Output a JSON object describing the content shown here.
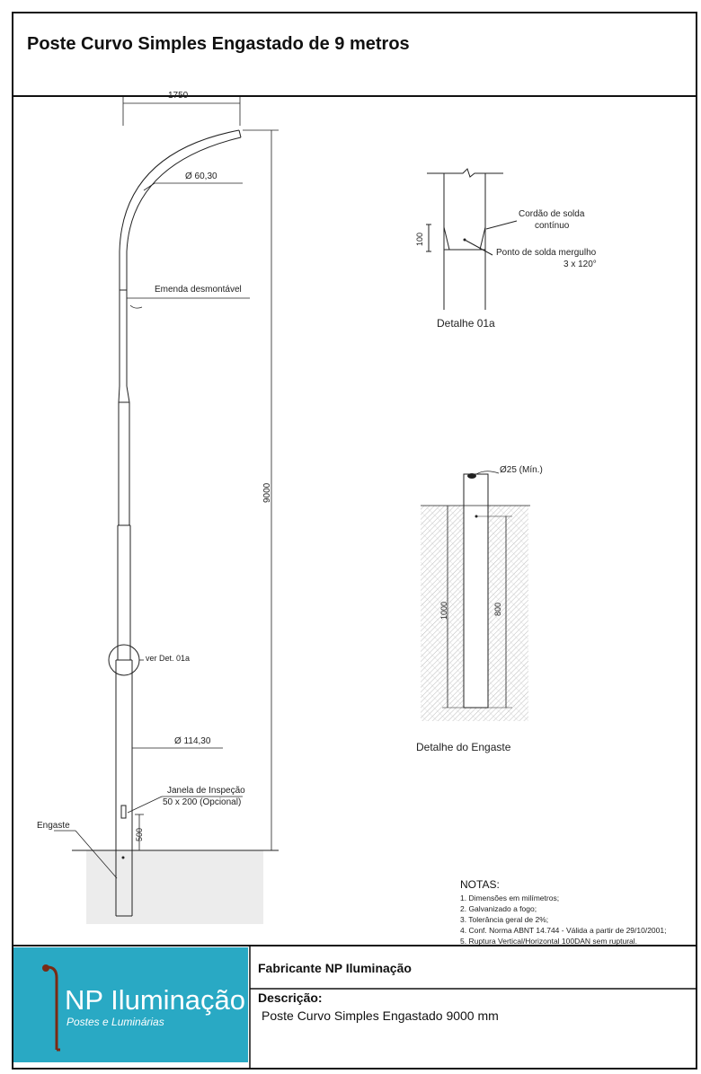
{
  "title": "Poste Curvo Simples Engastado de 9 metros",
  "pole_drawing": {
    "dim_reach": "1750",
    "dim_top_diameter": "Ø 60,30",
    "label_joint": "Emenda desmontável",
    "dim_height": "9000",
    "label_detail_ref": "ver Det. 01a",
    "dim_base_diameter": "Ø 114,30",
    "label_window_title": "Janela de Inspeção",
    "label_window_size": "50 x 200  (Opcional)",
    "dim_window_height": "500",
    "label_embed": "Engaste"
  },
  "detail_01a": {
    "dim_height": "100",
    "label_weld_cord_1": "Cordão de solda",
    "label_weld_cord_2": "contínuo",
    "label_plug_weld_1": "Ponto de solda mergulho",
    "label_plug_weld_2": "3 x 120°",
    "caption": "Detalhe 01a"
  },
  "detail_embed": {
    "label_hole": "Ø25 (Mín.)",
    "dim_depth": "1000",
    "dim_depth_inner": "800",
    "caption": "Detalhe do Engaste"
  },
  "notes": {
    "title": "NOTAS:",
    "items": [
      "1. Dimensões em milímetros;",
      "2. Galvanizado a fogo;",
      "3. Tolerância geral de 2%;",
      "4. Conf. Norma ABNT 14.744 - Válida a partir de 29/10/2001;",
      "5. Ruptura Vertical/Horizontal 100DAN sem ruptural."
    ]
  },
  "footer": {
    "logo_name": "NP Iluminação",
    "logo_tagline": "Postes e Luminárias",
    "manufacturer": "Fabricante NP Iluminação",
    "description_label": "Descrição:",
    "description_text": "Poste Curvo Simples Engastado  9000 mm"
  },
  "colors": {
    "logo_background": "#29a9c4",
    "ground_fill": "#ececec",
    "line": "#222222"
  }
}
